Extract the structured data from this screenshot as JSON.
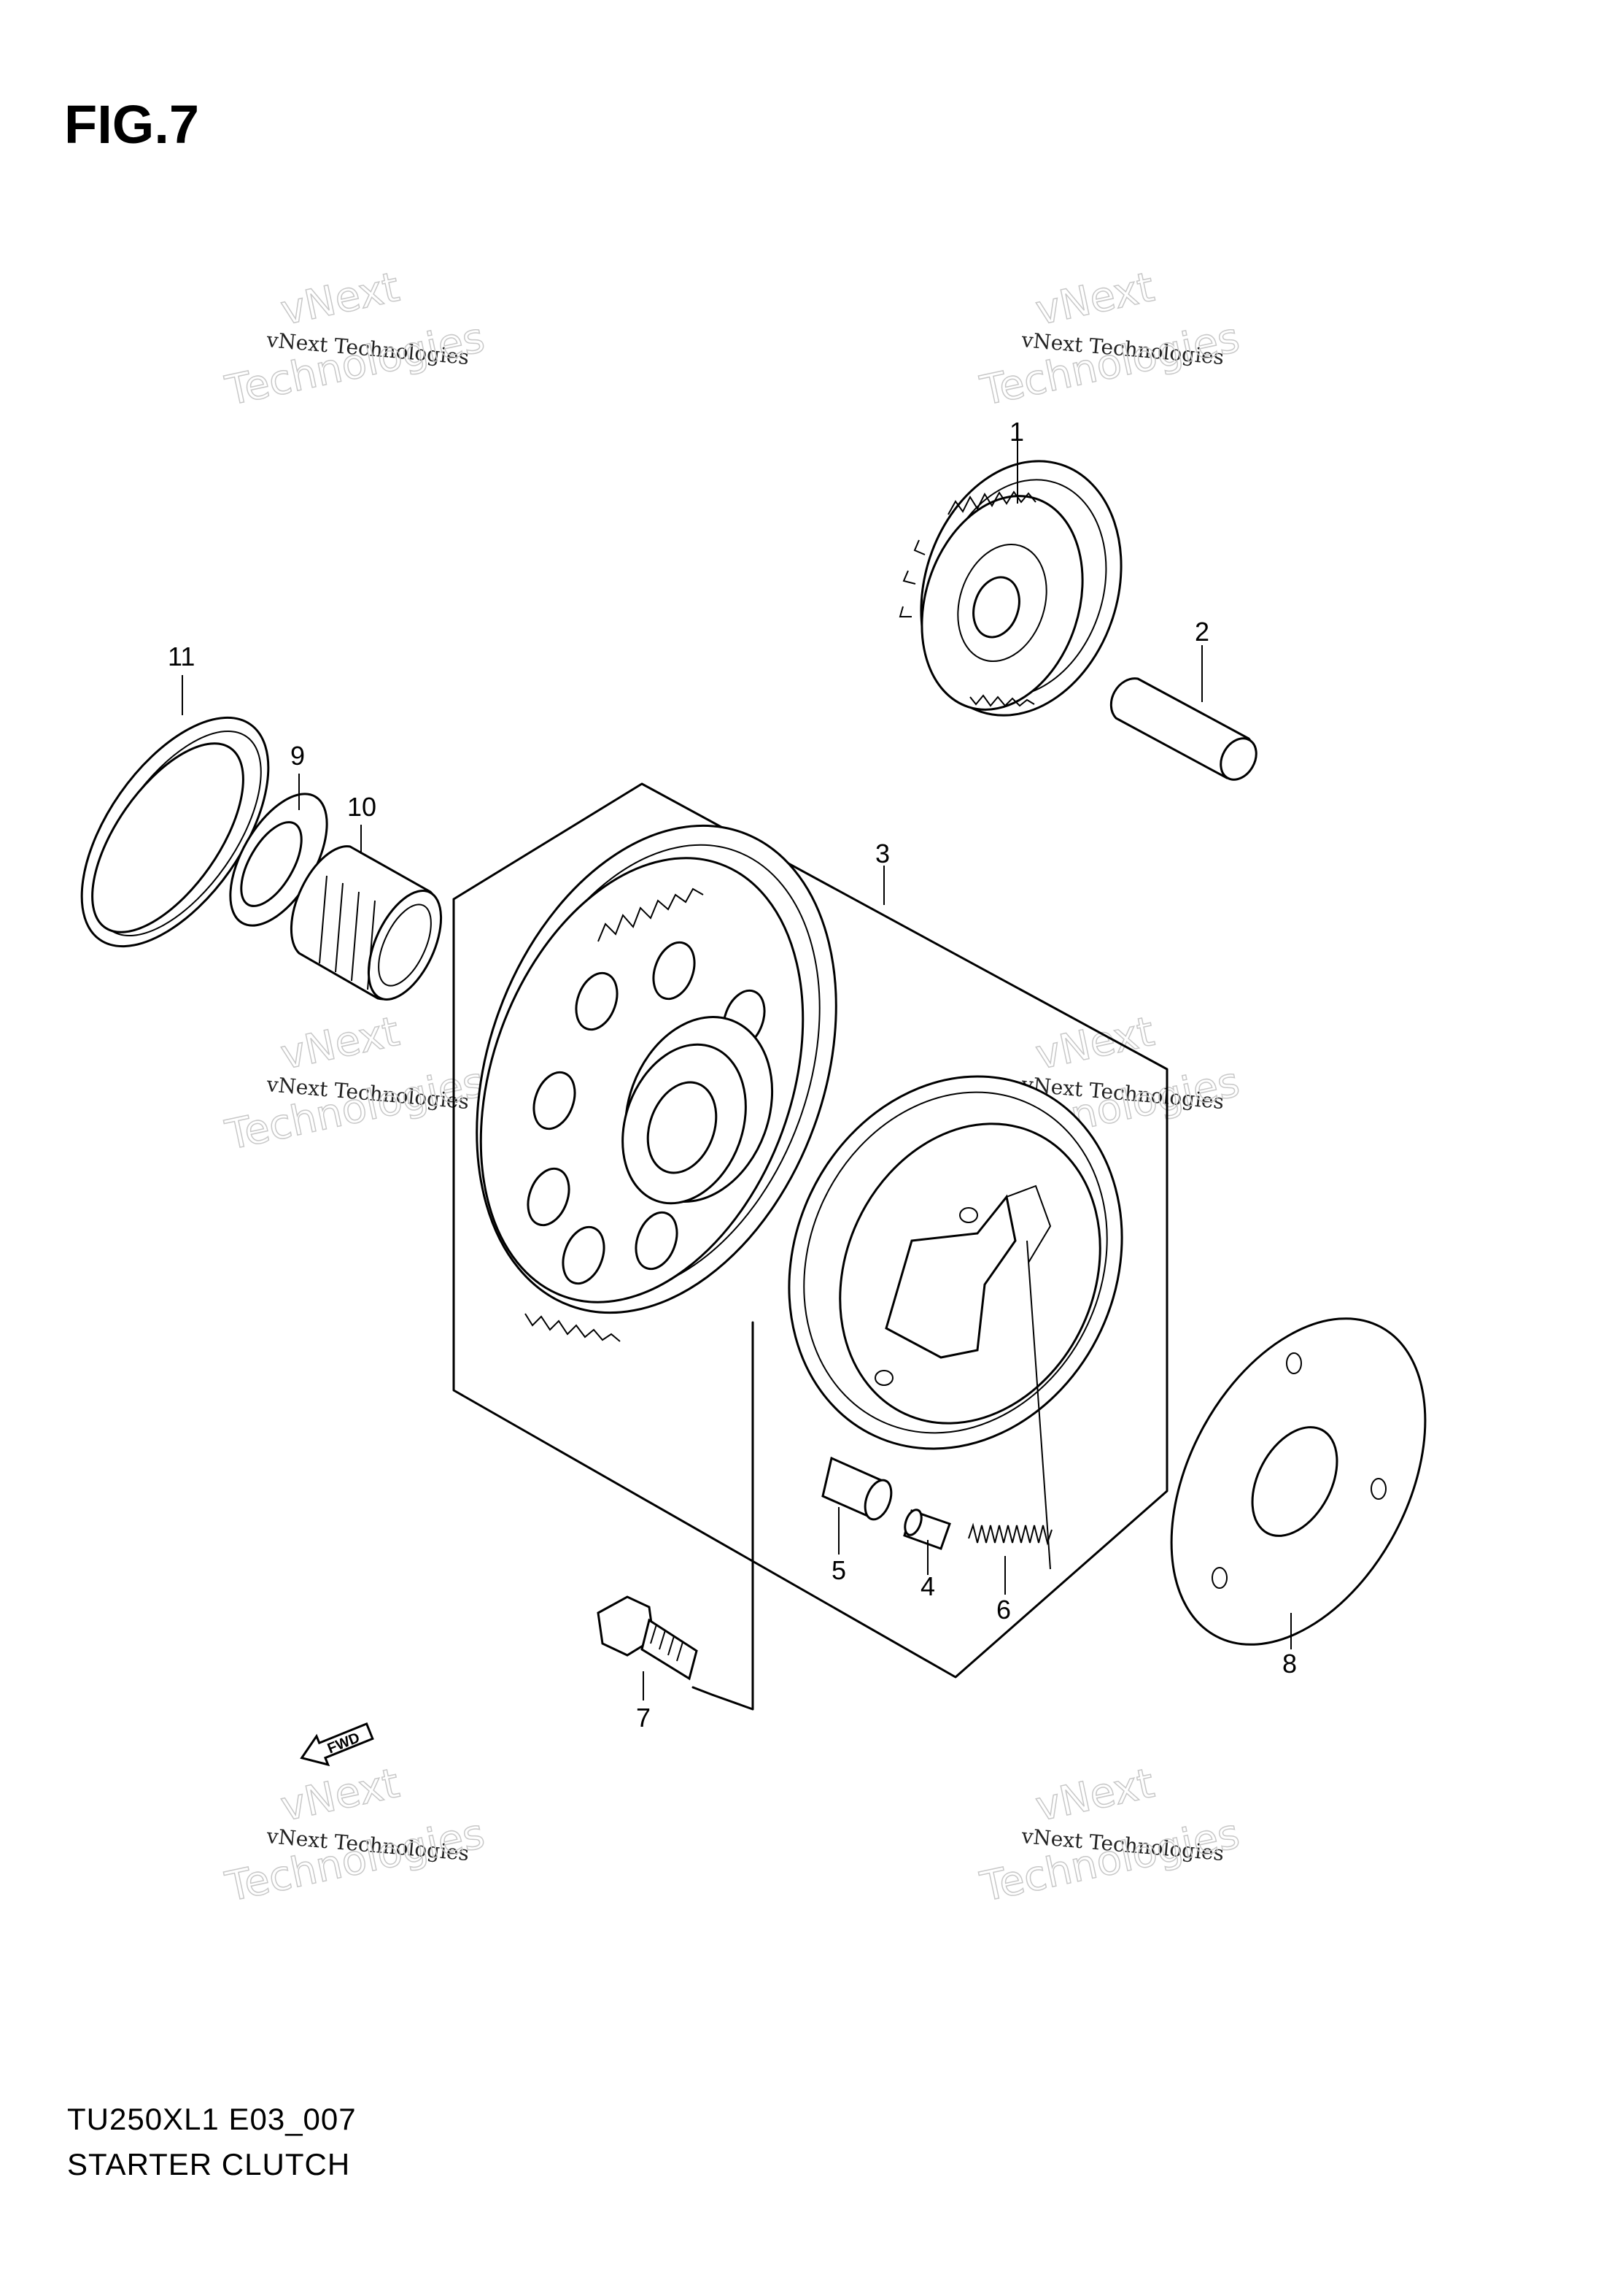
{
  "figure": {
    "title": "FIG.7"
  },
  "footer": {
    "model_code": "TU250XL1 E03_007",
    "diagram_name": "STARTER CLUTCH"
  },
  "direction_arrow": {
    "label": "FWD",
    "icon": "forward-arrow-icon"
  },
  "watermark": {
    "line1": "vNext",
    "line2": "vNext Technologies",
    "line3": "Technologies"
  },
  "callouts": [
    {
      "id": "1",
      "text": "1"
    },
    {
      "id": "2",
      "text": "2"
    },
    {
      "id": "3",
      "text": "3"
    },
    {
      "id": "4",
      "text": "4"
    },
    {
      "id": "5",
      "text": "5"
    },
    {
      "id": "6",
      "text": "6"
    },
    {
      "id": "7",
      "text": "7"
    },
    {
      "id": "8",
      "text": "8"
    },
    {
      "id": "9",
      "text": "9"
    },
    {
      "id": "10",
      "text": "10"
    },
    {
      "id": "11",
      "text": "11"
    }
  ]
}
